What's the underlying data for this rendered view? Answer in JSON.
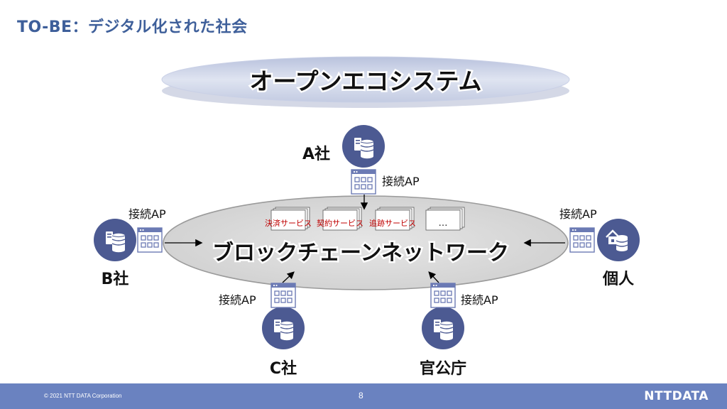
{
  "slide": {
    "title": "TO-BE：デジタル化された社会"
  },
  "diagram": {
    "ecosystem_label": "オープンエコシステム",
    "network_label": "ブロックチェーンネットワーク",
    "connector_label": "接続AP",
    "services": [
      "決済サービス",
      "契約サービス",
      "追跡サービス",
      "…"
    ],
    "nodes": {
      "a": "A社",
      "b": "B社",
      "c": "C社",
      "government": "官公庁",
      "individual": "個人"
    }
  },
  "colors": {
    "accent": "#3e5f9a",
    "node_fill": "#4c5a92",
    "footer": "#6a82c0",
    "service_text": "#c00000"
  },
  "footer": {
    "copyright": "© 2021 NTT DATA Corporation",
    "page_number": "8",
    "logo": "NTTDATA"
  }
}
